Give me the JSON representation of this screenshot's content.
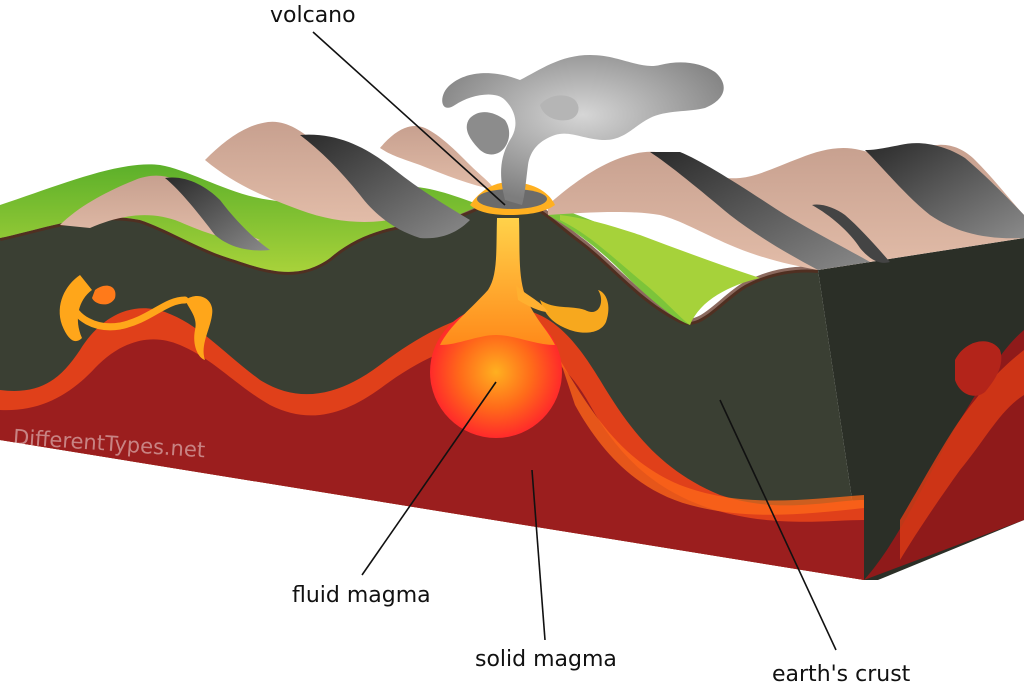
{
  "labels": {
    "volcano": "volcano",
    "fluid_magma": "fluid magma",
    "solid_magma": "solid magma",
    "earths_crust": "earth's crust"
  },
  "watermark": "DifferentTypes.net",
  "colors": {
    "crust": "#3a3f33",
    "crust_side": "#2b2f27",
    "mantle": "#9b1e1e",
    "magma_layer": "#e0401a",
    "fluid_magma": "#ff6a1a",
    "grass": "#6cc030",
    "rock": "#d4a994",
    "rock_shadow": "#555555",
    "ash": "#9a9a9a"
  }
}
